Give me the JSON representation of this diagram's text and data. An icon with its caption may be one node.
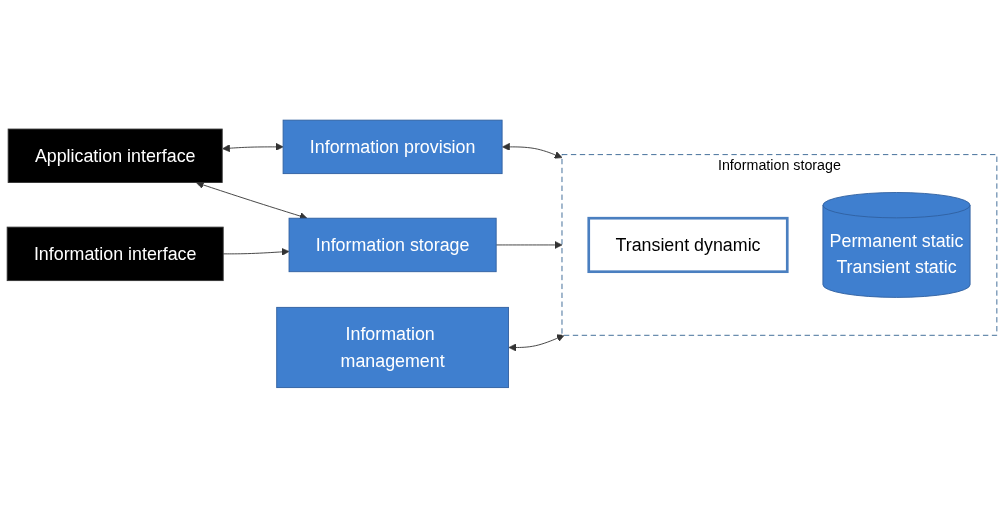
{
  "diagram": {
    "nodes": [
      {
        "text": [
          "Application interface"
        ]
      },
      {
        "text": [
          "Information provision"
        ]
      },
      {
        "text": [
          "Information storage"
        ]
      },
      {
        "text": [
          "Information management"
        ]
      },
      {
        "text": [
          "Information storage"
        ]
      },
      {
        "text": [
          "Transient dynamic"
        ],
        "in": 4
      },
      {
        "text": [
          "Permanent static",
          "Transient static"
        ],
        "in": 4
      },
      {
        "text": [
          "Information interface"
        ]
      }
    ],
    "edges": [
      {
        "from": 0,
        "to": 2,
        "arrow": "both"
      },
      {
        "from": 0,
        "to": 1,
        "arrow": "both"
      },
      {
        "from": 1,
        "to": 4,
        "arrow": "both"
      },
      {
        "from": 2,
        "to": 4,
        "arrow": "to"
      },
      {
        "from": 3,
        "to": 4,
        "arrow": "both"
      },
      {
        "from": 7,
        "to": 2,
        "arrow": "to"
      }
    ]
  }
}
